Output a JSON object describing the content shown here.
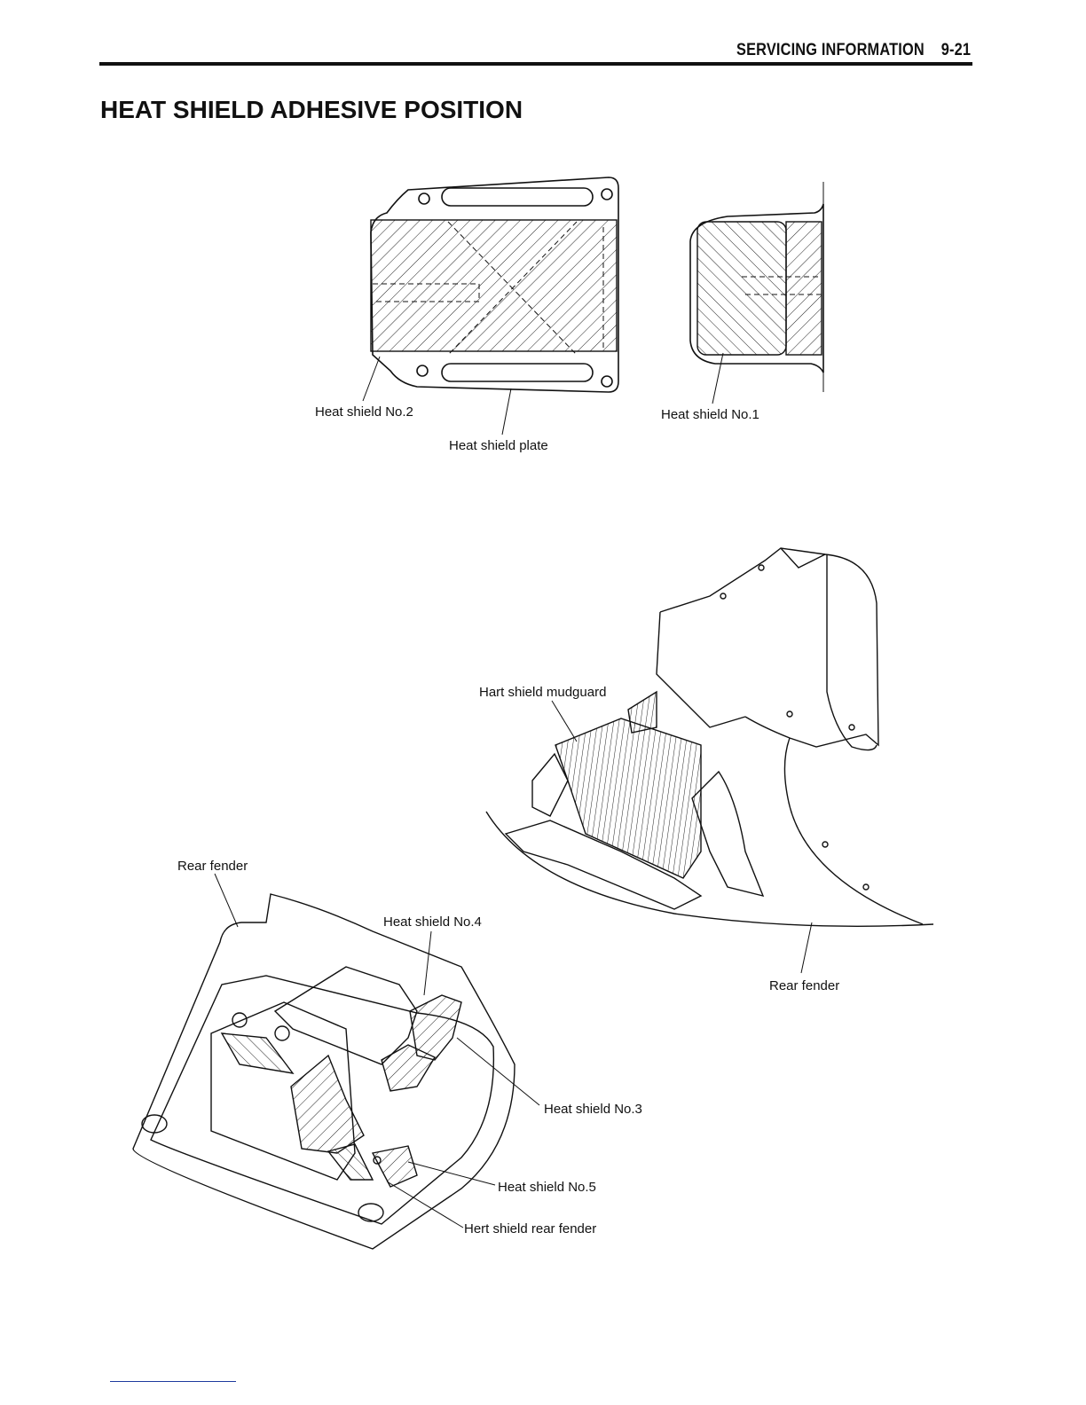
{
  "header": {
    "section": "SERVICING INFORMATION",
    "page_number": "9-21"
  },
  "title": "HEAT SHIELD ADHESIVE POSITION",
  "labels": {
    "heat_shield_no2": "Heat shield No.2",
    "heat_shield_plate": "Heat shield plate",
    "heat_shield_no1": "Heat shield No.1",
    "hart_shield_mudguard": "Hart shield mudguard",
    "rear_fender_right": "Rear fender",
    "rear_fender_left": "Rear fender",
    "heat_shield_no4": "Heat shield No.4",
    "heat_shield_no3": "Heat shield No.3",
    "heat_shield_no5": "Heat shield No.5",
    "hert_shield_rear_fender": "Hert shield rear fender"
  }
}
